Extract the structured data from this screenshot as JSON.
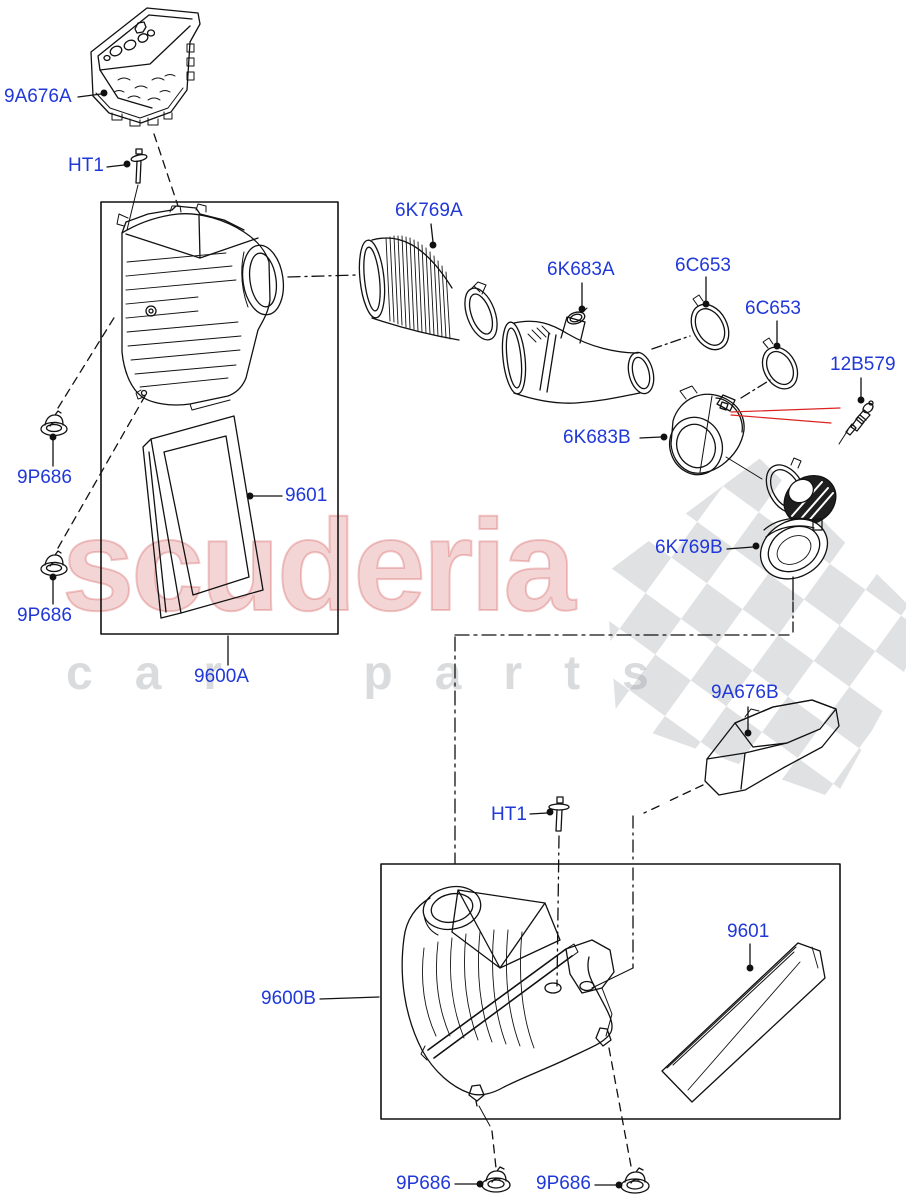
{
  "document": {
    "type": "exploded-parts-diagram",
    "subject": "Air cleaner / air intake assembly",
    "background_color": "#ffffff",
    "line_color": "#111111",
    "label_color": "#2038d8",
    "callout_red_color": "#dd2222"
  },
  "watermark": {
    "brand": "scuderia",
    "tagline": "car parts",
    "brand_color": "rgba(205,62,62,0.25)",
    "tagline_color": "rgba(148,152,158,0.35)",
    "flag_color": "rgba(125,133,142,0.45)"
  },
  "labels": [
    {
      "text": "9A676A",
      "part": "air-intake-duct-upper"
    },
    {
      "text": "HT1",
      "part": "screw-upper"
    },
    {
      "text": "6K769A",
      "part": "corrugated-hose-a"
    },
    {
      "text": "6K683A",
      "part": "intake-tube"
    },
    {
      "text": "6C653",
      "part": "hose-clamp-1"
    },
    {
      "text": "6C653",
      "part": "hose-clamp-2"
    },
    {
      "text": "12B579",
      "part": "air-temp-sensor"
    },
    {
      "text": "9P686",
      "part": "grommet-left-1"
    },
    {
      "text": "9601",
      "part": "air-filter-element-a"
    },
    {
      "text": "6K683B",
      "part": "mass-airflow-housing"
    },
    {
      "text": "9P686",
      "part": "grommet-left-2"
    },
    {
      "text": "6K769B",
      "part": "corrugated-hose-b"
    },
    {
      "text": "9600A",
      "part": "air-cleaner-assembly-a"
    },
    {
      "text": "9A676B",
      "part": "air-intake-duct-lower"
    },
    {
      "text": "HT1",
      "part": "screw-lower"
    },
    {
      "text": "9600B",
      "part": "air-cleaner-assembly-b"
    },
    {
      "text": "9601",
      "part": "air-filter-element-b"
    },
    {
      "text": "9P686",
      "part": "grommet-bottom-1"
    },
    {
      "text": "9P686",
      "part": "grommet-bottom-2"
    }
  ],
  "unique_part_numbers": [
    "9A676A",
    "9A676B",
    "HT1",
    "6K769A",
    "6K769B",
    "6K683A",
    "6K683B",
    "6C653",
    "12B579",
    "9P686",
    "9601",
    "9600A",
    "9600B"
  ]
}
